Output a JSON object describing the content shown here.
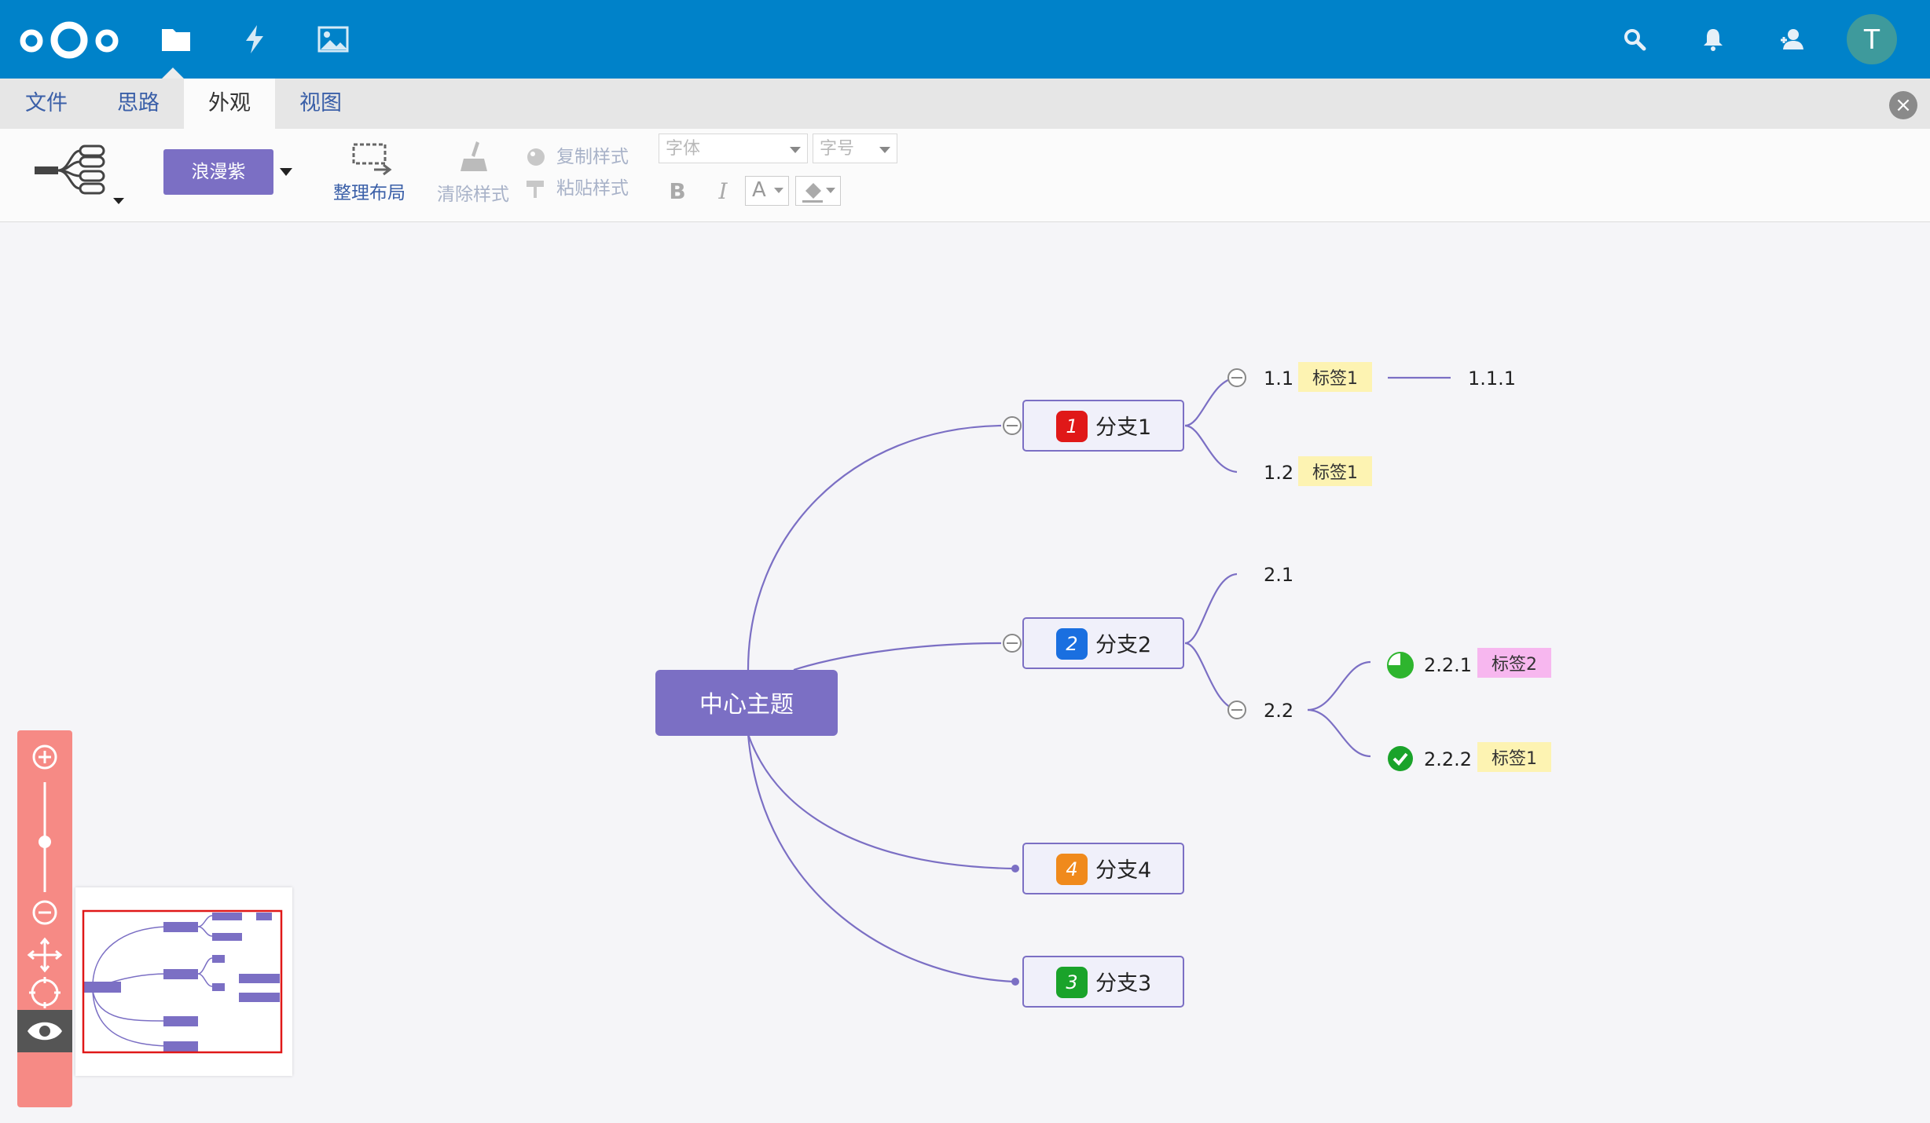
{
  "header": {
    "app_icons": [
      "files-icon",
      "activity-icon",
      "gallery-icon"
    ],
    "right_icons": [
      "search-icon",
      "bell-icon",
      "contacts-icon"
    ],
    "avatar_initial": "T",
    "brand_color": "#0082c9"
  },
  "tabs": [
    "文件",
    "思路",
    "外观",
    "视图"
  ],
  "active_tab": "外观",
  "ribbon": {
    "theme_label": "浪漫紫",
    "layout_label": "整理布局",
    "clear_style_label": "清除样式",
    "copy_style_label": "复制样式",
    "paste_style_label": "粘贴样式",
    "font_placeholder": "字体",
    "font_size_placeholder": "字号",
    "bold": "B",
    "italic": "I",
    "font_color": "A"
  },
  "mindmap": {
    "root": "中心主题",
    "branch1": "分支1",
    "branch1_priority": "1",
    "branch2": "分支2",
    "branch2_priority": "2",
    "branch4": "分支4",
    "branch4_priority": "4",
    "branch3": "分支3",
    "branch3_priority": "3",
    "n11": "1.1",
    "n11_tag": "标签1",
    "n111": "1.1.1",
    "n12": "1.2",
    "n12_tag": "标签1",
    "n21": "2.1",
    "n22": "2.2",
    "n221": "2.2.1",
    "n221_tag": "标签2",
    "n222": "2.2.2",
    "n222_tag": "标签1",
    "theme_color": "#7b6fc4"
  }
}
